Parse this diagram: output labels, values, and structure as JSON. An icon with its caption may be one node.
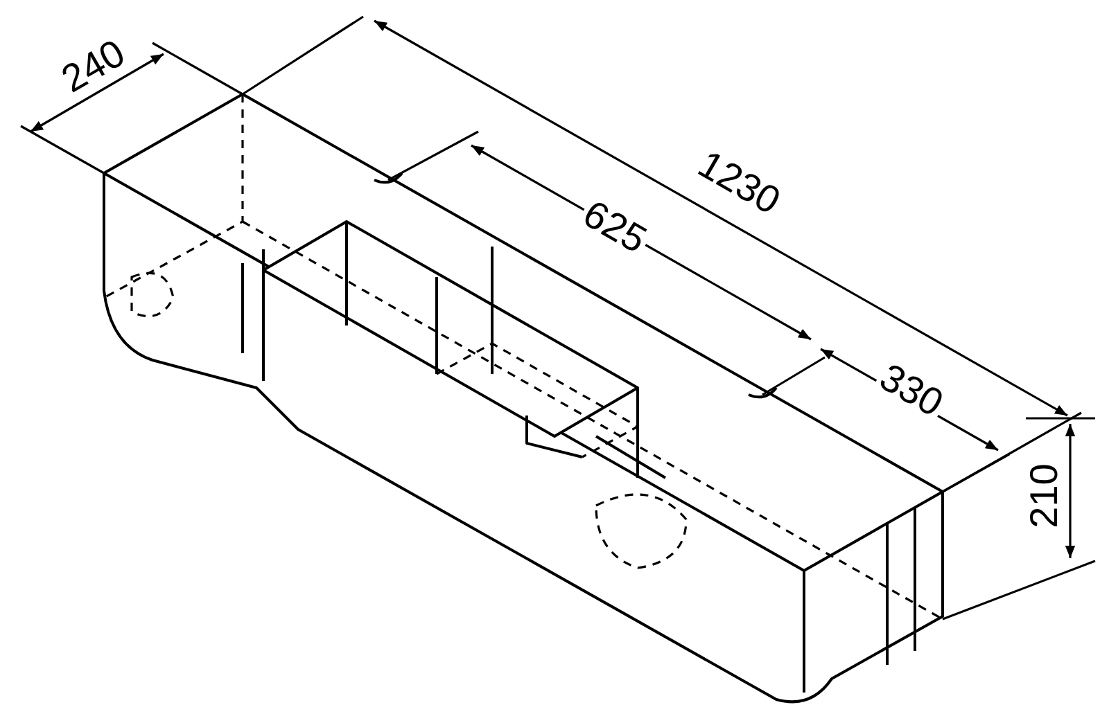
{
  "diagram": {
    "labels": [
      "240",
      "1230",
      "625",
      "330",
      "210"
    ]
  }
}
